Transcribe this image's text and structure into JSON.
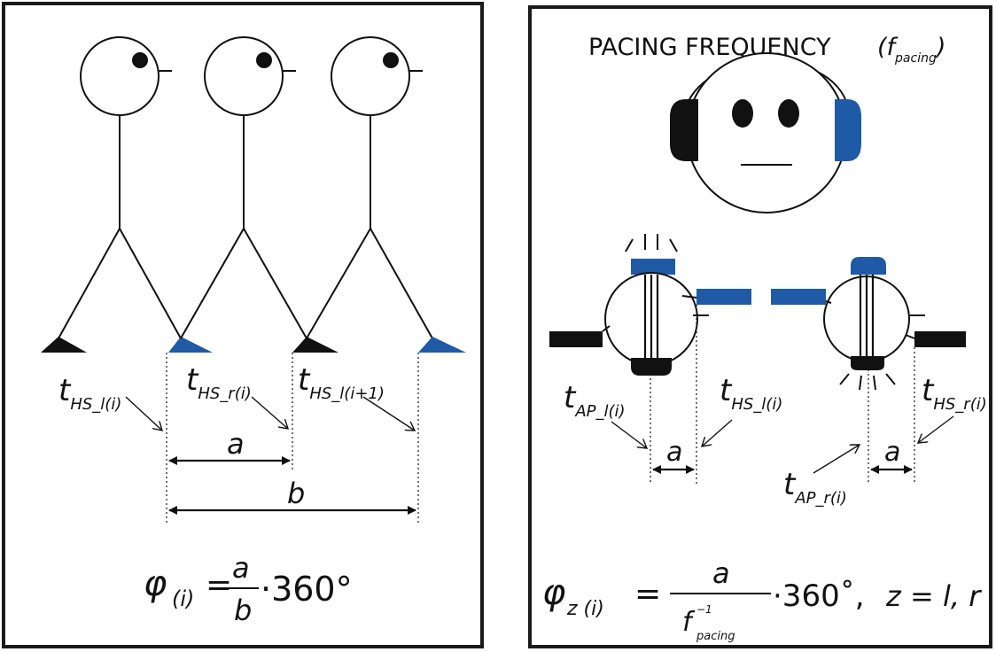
{
  "colors": {
    "blue": "#1f5aa6",
    "black": "#111111",
    "frame": "#1a1a1a"
  },
  "left_panel": {
    "labels": {
      "t_hs_l_i": {
        "base": "t",
        "sub": "HS_l(i)"
      },
      "t_hs_r_i": {
        "base": "t",
        "sub": "HS_r(i)"
      },
      "t_hs_l_i1": {
        "base": "t",
        "sub": "HS_l(i+1)"
      }
    },
    "interval_a": "a",
    "interval_b": "b",
    "formula": {
      "phi": "φ",
      "sub": "(i)",
      "eq": "=",
      "num": "a",
      "den": "b",
      "tail": "·360°"
    }
  },
  "right_panel": {
    "title": "PACING FREQUENCY",
    "title_f": "(f",
    "title_sub": "pacing",
    "title_close": ")",
    "labels": {
      "t_ap_l_i": {
        "base": "t",
        "sub": "AP_l(i)"
      },
      "t_hs_l_i": {
        "base": "t",
        "sub": "HS_l(i)"
      },
      "t_hs_r_i": {
        "base": "t",
        "sub": "HS_r(i)"
      },
      "t_ap_r_i": {
        "base": "t",
        "sub": "AP_r(i)"
      }
    },
    "interval_a_left": "a",
    "interval_a_right": "a",
    "formula": {
      "phi": "φ",
      "sub": "z (i)",
      "eq": "=",
      "num": "a",
      "den_f": "f",
      "den_sup": "−1",
      "den_sub": "pacing",
      "tail": "·360˚,",
      "z_eq": "z = l, r"
    }
  }
}
